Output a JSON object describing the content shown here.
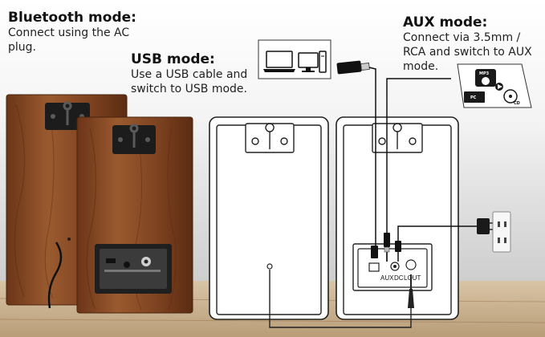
{
  "bluetooth": {
    "heading": "Bluetooth mode:",
    "body": "Connect using the AC plug."
  },
  "usb": {
    "heading": "USB mode:",
    "body": "Use a USB cable and switch to USB mode."
  },
  "aux": {
    "heading": "AUX mode:",
    "body": "Connect via 3.5mm / RCA and switch to AUX mode."
  },
  "rear_panel": {
    "port_labels": [
      "AUX",
      "DC",
      "LOUT"
    ]
  },
  "media_badges": [
    "MP3",
    "PC",
    "CD"
  ],
  "icons": [
    "laptop-icon",
    "desktop-computer-icon",
    "usb-plug-icon",
    "aux-cable-icon",
    "ac-adapter-icon",
    "wall-outlet-icon"
  ],
  "colors": {
    "wood": "#8a4a24",
    "wood_dark": "#5e2f14",
    "panel_black": "#1f1f1f",
    "floor": "#c9b293"
  }
}
